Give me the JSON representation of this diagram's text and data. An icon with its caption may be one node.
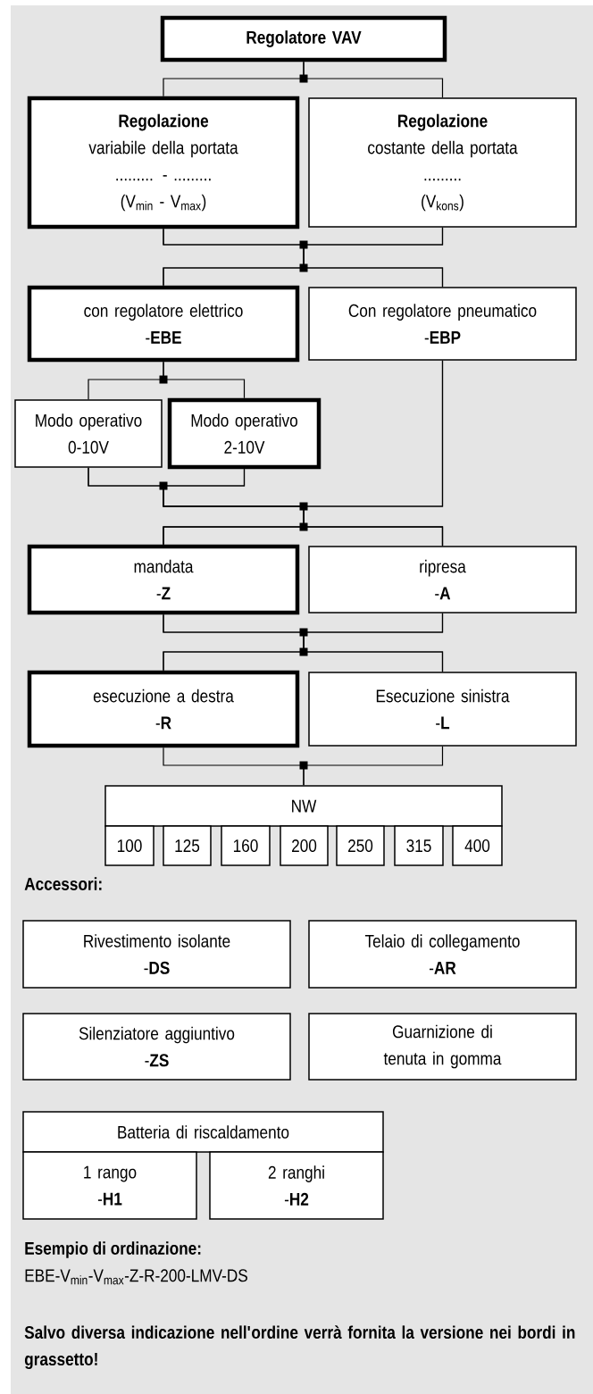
{
  "diagram": {
    "nodes": [
      {
        "text": [
          "Regolatore VAV"
        ]
      },
      {
        "text": [
          "Regolazione",
          "variabile della portata",
          "......... - .........",
          "(V$_{min}$ - V$_{max}$)"
        ]
      },
      {
        "text": [
          "Regolazione",
          "costante della portata",
          ".........",
          "(V$_{kons}$)"
        ]
      },
      {
        "text": [
          "con regolatore elettrico",
          "-**EBE**"
        ]
      },
      {
        "text": [
          "Con regolatore pneumatico",
          "-**EBP**"
        ]
      },
      {
        "text": [
          "Modo operativo 0-10V"
        ]
      },
      {
        "text": [
          "Modo operativo 2-10V"
        ]
      },
      {
        "text": [
          "mandata",
          "-**Z**"
        ]
      },
      {
        "text": [
          "ripresa",
          "-**A**"
        ]
      },
      {
        "text": [
          "esecuzione a destra",
          "-**R**"
        ]
      },
      {
        "text": [
          "Esecuzione sinistra",
          "-**L**"
        ]
      },
      {
        "text": [
          "NW"
        ]
      },
      {
        "text": [
          "100"
        ]
      },
      {
        "text": [
          "125"
        ]
      },
      {
        "text": [
          "160"
        ]
      },
      {
        "text": [
          "200"
        ]
      },
      {
        "text": [
          "250"
        ]
      },
      {
        "text": [
          "315"
        ]
      },
      {
        "text": [
          "400"
        ]
      },
      {
        "text": [
          "Rivestimento isolante",
          "-**DS**"
        ]
      },
      {
        "text": [
          "Telaio di collegamento",
          "-**AR**"
        ]
      },
      {
        "text": [
          "Silenziatore aggiuntivo",
          "-**ZS**"
        ]
      },
      {
        "text": [
          "Guarnizione di tenuta in gomma"
        ]
      },
      {
        "text": [
          "Batteria di riscaldamento"
        ]
      },
      {
        "text": [
          "1 rango",
          "-**H1**"
        ]
      },
      {
        "text": [
          "2 ranghi",
          "-**H2**"
        ]
      }
    ],
    "edges": [
      {
        "from": 0,
        "to": 1,
        "arrow": "none"
      },
      {
        "from": 0,
        "to": 2,
        "arrow": "none"
      },
      {
        "from": 1,
        "to": 3,
        "arrow": "none"
      },
      {
        "from": 1,
        "to": 4,
        "arrow": "none"
      },
      {
        "from": 2,
        "to": 3,
        "arrow": "none"
      },
      {
        "from": 2,
        "to": 4,
        "arrow": "none"
      },
      {
        "from": 3,
        "to": 5,
        "arrow": "none"
      },
      {
        "from": 3,
        "to": 6,
        "arrow": "none"
      },
      {
        "from": 5,
        "to": 7,
        "arrow": "none"
      },
      {
        "from": 5,
        "to": 8,
        "arrow": "none"
      },
      {
        "from": 6,
        "to": 7,
        "arrow": "none"
      },
      {
        "from": 6,
        "to": 8,
        "arrow": "none"
      },
      {
        "from": 4,
        "to": 7,
        "arrow": "none"
      },
      {
        "from": 4,
        "to": 8,
        "arrow": "none"
      },
      {
        "from": 7,
        "to": 9,
        "arrow": "none"
      },
      {
        "from": 7,
        "to": 10,
        "arrow": "none"
      },
      {
        "from": 8,
        "to": 9,
        "arrow": "none"
      },
      {
        "from": 8,
        "to": 10,
        "arrow": "none"
      },
      {
        "from": 9,
        "to": 11,
        "arrow": "none"
      },
      {
        "from": 10,
        "to": 11,
        "arrow": "none"
      }
    ],
    "labels": [
      "Accessori:",
      "Esempio di ordinazione:",
      "EBE-V$_{min}$-V$_{max}$-Z-R-200-LMV-DS",
      "Salvo diversa indicazione nell'ordine verrà fornita la versione nei bordi in grassetto!"
    ]
  }
}
